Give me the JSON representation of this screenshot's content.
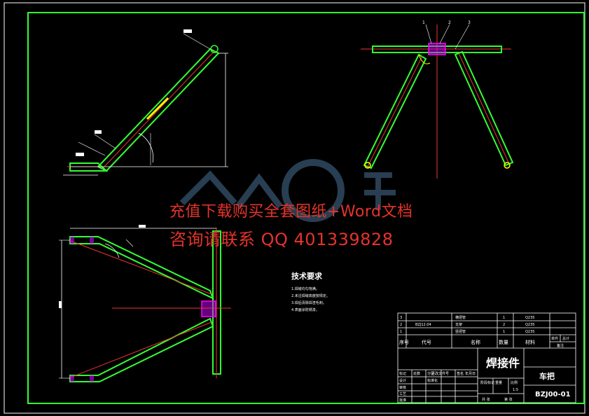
{
  "drawing": {
    "tech_req_title": "技术要求",
    "tech_req_lines": [
      "1.焊缝均匀饱满。",
      "2.未注焊缝高度按规定。",
      "3.焊后清除焊渣毛刺。",
      "4.表面涂防锈漆。"
    ],
    "part_no": "BZJ00-01",
    "part_name": "车把",
    "drawing_title": "焊接件",
    "bom_header": [
      "序号",
      "代号",
      "名称",
      "数量",
      "材料",
      "单件",
      "总计",
      "备注"
    ],
    "bom_rows": [
      {
        "no": "3",
        "code": "",
        "name": "横把管",
        "qty": "1",
        "material": "Q235"
      },
      {
        "no": "2",
        "code": "BZJ12.04",
        "name": "支架",
        "qty": "2",
        "material": "Q235"
      },
      {
        "no": "1",
        "code": "",
        "name": "竖把管",
        "qty": "1",
        "material": "Q235"
      }
    ],
    "tb_labels": [
      "标记",
      "处数",
      "分区",
      "更改文件号",
      "签名",
      "年月日",
      "设计",
      "审核",
      "工艺",
      "标准化",
      "批准"
    ],
    "tb_small": [
      "阶段标记",
      "重量",
      "比例",
      "共 张",
      "第 张"
    ],
    "scale": "1:5",
    "callouts": [
      "1",
      "2",
      "3"
    ]
  },
  "watermark": {
    "line1": "充值下载购买全套图纸+Word文档",
    "line2": "咨询请联系 QQ 401339828",
    "logo_text": "人人文库"
  }
}
